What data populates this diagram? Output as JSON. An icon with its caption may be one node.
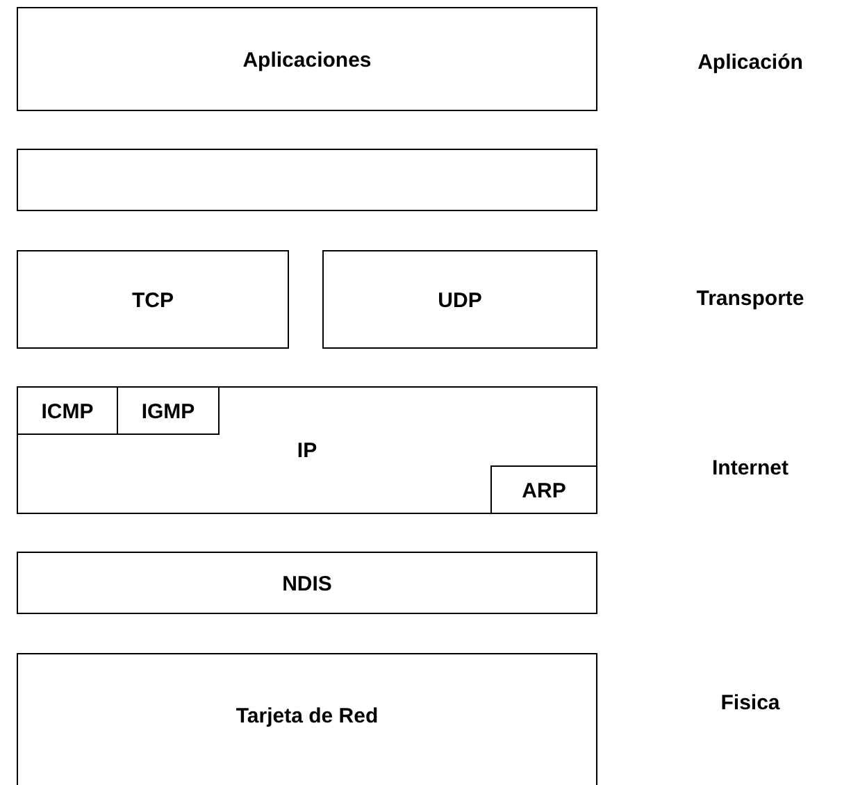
{
  "diagram": {
    "nodes": [
      {
        "text": [
          "Aplicaciones"
        ]
      },
      {
        "text": [],
        "shape": "box"
      },
      {
        "text": [
          "TCP"
        ]
      },
      {
        "text": [
          "UDP"
        ]
      },
      {
        "text": [
          "IP"
        ]
      },
      {
        "text": [
          "ICMP"
        ],
        "in": 4
      },
      {
        "text": [
          "IGMP"
        ],
        "in": 4
      },
      {
        "text": [
          "ARP"
        ],
        "in": 4
      },
      {
        "text": [
          "NDIS"
        ]
      },
      {
        "text": [
          "Tarjeta de Red"
        ]
      }
    ],
    "edges": [],
    "labels": [
      "Aplicación",
      "Transporte",
      "Internet",
      "Fisica"
    ]
  }
}
